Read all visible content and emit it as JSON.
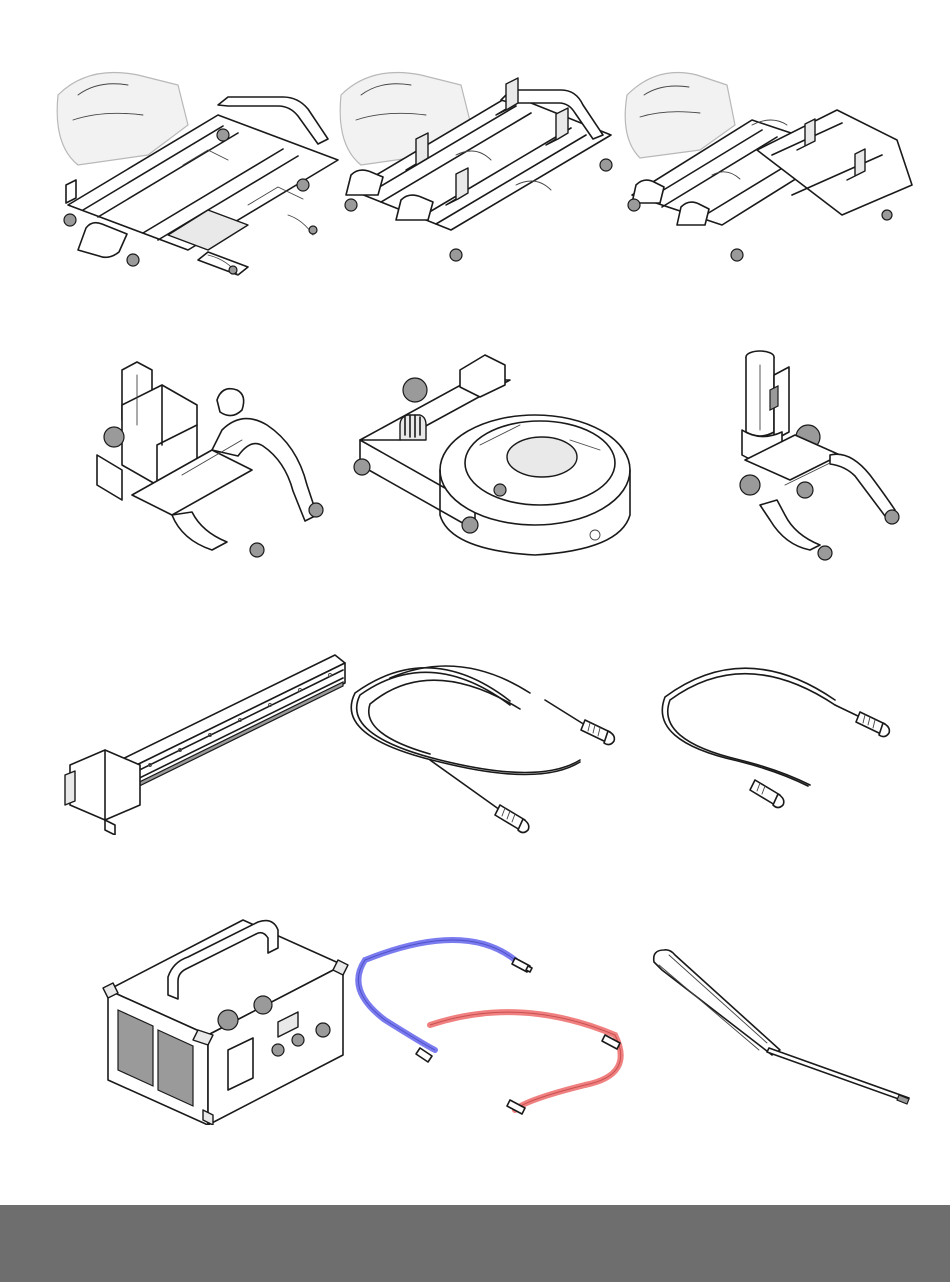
{
  "document": {
    "theme": {
      "background": "#ffffff",
      "footer_bar_color": "#6e6e6e",
      "line_color": "#1a1a1a",
      "blue_cable_color": "#7b7bf0",
      "red_cable_color": "#f08080"
    },
    "illustrations": [
      {
        "id": "scanner-frame-a",
        "icon": "scanner-frame-icon"
      },
      {
        "id": "scanner-frame-b",
        "icon": "scanner-frame-icon"
      },
      {
        "id": "scanner-frame-c",
        "icon": "scanner-frame-icon"
      },
      {
        "id": "probe-holder-a",
        "icon": "probe-holder-icon"
      },
      {
        "id": "wedge-holder-ring",
        "icon": "ring-holder-icon"
      },
      {
        "id": "probe-holder-b",
        "icon": "probe-holder-icon"
      },
      {
        "id": "linear-rail",
        "icon": "rail-icon"
      },
      {
        "id": "cable-long",
        "icon": "cable-icon"
      },
      {
        "id": "cable-short",
        "icon": "cable-icon"
      },
      {
        "id": "power-unit",
        "icon": "control-box-icon"
      },
      {
        "id": "coax-cables-colored",
        "icon": "cable-icon"
      },
      {
        "id": "screwdriver",
        "icon": "screwdriver-icon"
      }
    ]
  }
}
